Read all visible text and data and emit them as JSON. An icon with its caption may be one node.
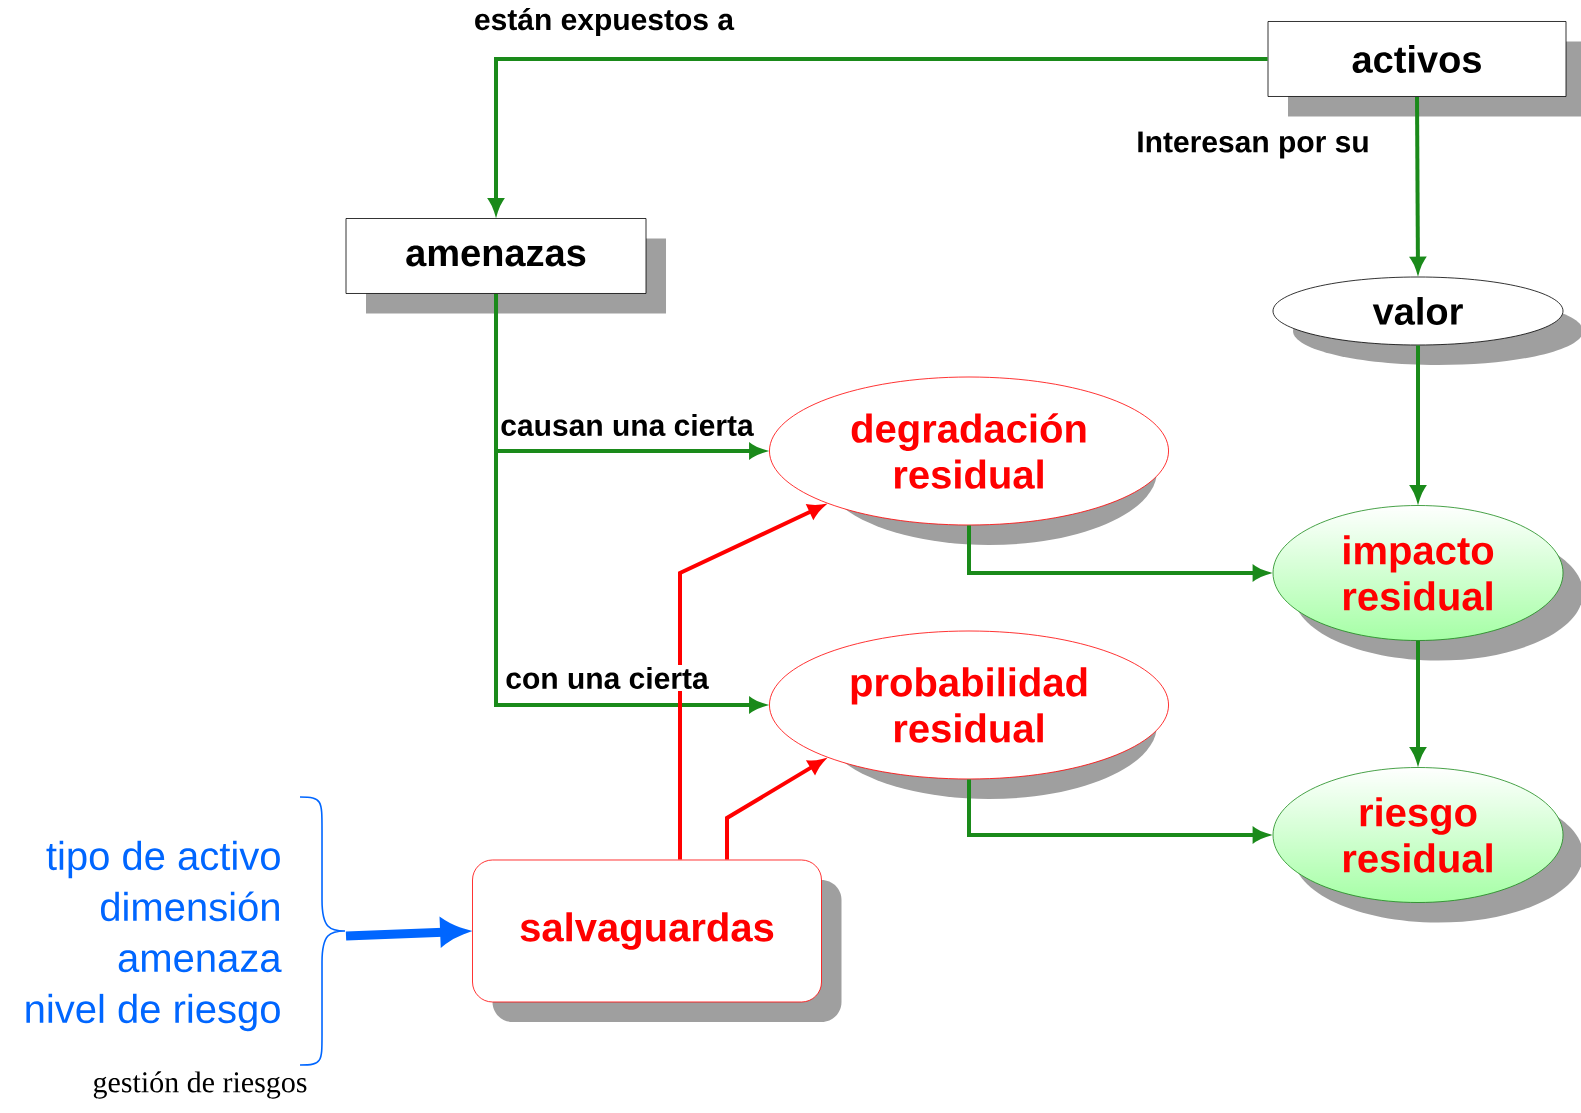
{
  "diagram": {
    "nodes": [
      {
        "text": [
          "activos"
        ]
      },
      {
        "text": [
          "amenazas"
        ]
      },
      {
        "text": [
          "valor"
        ]
      },
      {
        "text": [
          "degradación residual"
        ]
      },
      {
        "text": [
          "impacto residual"
        ]
      },
      {
        "text": [
          "probabilidad residual"
        ]
      },
      {
        "text": [
          "riesgo residual"
        ]
      },
      {
        "text": [
          "salvaguardas"
        ]
      },
      {
        "text": [
          "tipo de activo",
          "dimensión",
          "amenaza",
          "nivel de riesgo"
        ]
      }
    ],
    "edges": [
      {
        "from": 0,
        "to": 1,
        "arrow": "to",
        "label": "están expuestos a"
      },
      {
        "from": 0,
        "to": 2,
        "arrow": "to",
        "label": "Interesan por su"
      },
      {
        "from": 1,
        "to": 3,
        "arrow": "to",
        "label": "causan una cierta"
      },
      {
        "from": 1,
        "to": 5,
        "arrow": "to",
        "label": "con una cierta"
      },
      {
        "from": 2,
        "to": 4,
        "arrow": "to"
      },
      {
        "from": 3,
        "to": 4,
        "arrow": "to"
      },
      {
        "from": 4,
        "to": 6,
        "arrow": "to"
      },
      {
        "from": 5,
        "to": 6,
        "arrow": "to"
      },
      {
        "from": 7,
        "to": 3,
        "arrow": "to",
        "color": "#ff0000"
      },
      {
        "from": 7,
        "to": 5,
        "arrow": "to",
        "color": "#ff0000"
      },
      {
        "from": 8,
        "to": 7,
        "arrow": "to",
        "style": "thick",
        "color": "#0066ff"
      }
    ],
    "labels": [
      "gestión de riesgos"
    ]
  }
}
